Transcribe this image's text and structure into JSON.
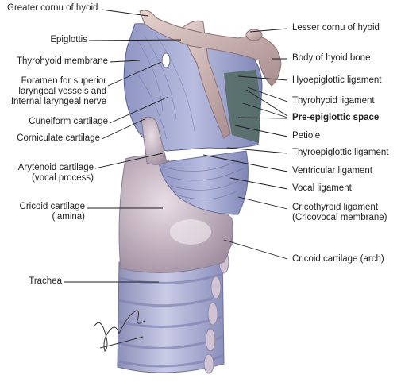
{
  "figure": {
    "signature": "M. Liss",
    "labels_left": [
      {
        "id": "greater-cornu",
        "text": "Greater cornu of hyoid"
      },
      {
        "id": "epiglottis",
        "text": "Epiglottis"
      },
      {
        "id": "thyrohyoid-membrane",
        "text": "Thyrohyoid membrane"
      },
      {
        "id": "foramen",
        "text": "Foramen for superior\nlaryngeal vessels and\nInternal laryngeal nerve"
      },
      {
        "id": "cuneiform",
        "text": "Cuneiform cartilage"
      },
      {
        "id": "corniculate",
        "text": "Corniculate cartilage"
      },
      {
        "id": "arytenoid",
        "text": "Arytenoid cartilage\n(vocal process)"
      },
      {
        "id": "cricoid-lamina",
        "text": "Cricoid cartilage\n(lamina)"
      },
      {
        "id": "trachea",
        "text": "Trachea"
      }
    ],
    "labels_right": [
      {
        "id": "lesser-cornu",
        "text": "Lesser cornu of hyoid"
      },
      {
        "id": "body-hyoid",
        "text": "Body of hyoid bone"
      },
      {
        "id": "hyoepiglottic",
        "text": "Hyoepiglottic ligament"
      },
      {
        "id": "thyrohyoid-ligament",
        "text": "Thyrohyoid ligament"
      },
      {
        "id": "pre-epiglottic",
        "text": "Pre-epiglottic space",
        "bold": true
      },
      {
        "id": "petiole",
        "text": "Petiole"
      },
      {
        "id": "thyroepiglottic",
        "text": "Thyroepiglottic ligament"
      },
      {
        "id": "ventricular",
        "text": "Ventricular ligament"
      },
      {
        "id": "vocal",
        "text": "Vocal ligament"
      },
      {
        "id": "cricothyroid",
        "text": "Cricothyroid ligament\n(Cricovocal membrane)"
      },
      {
        "id": "cricoid-arch",
        "text": "Cricoid cartilage (arch)"
      }
    ]
  }
}
